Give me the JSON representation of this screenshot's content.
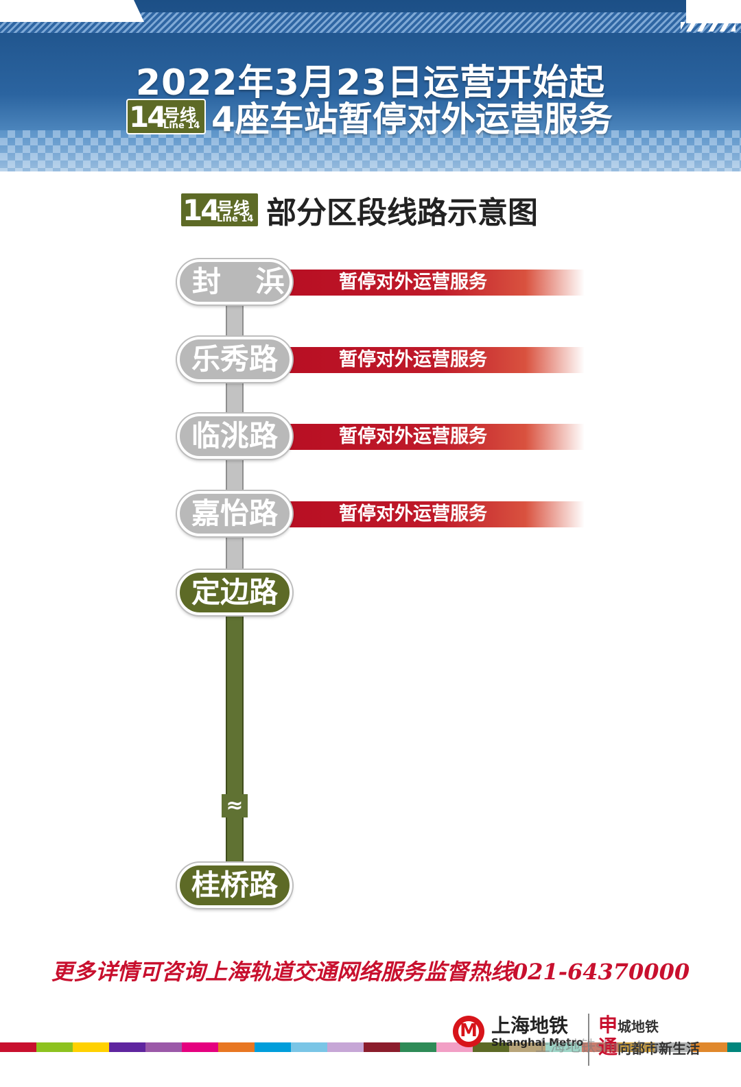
{
  "header": {
    "line1": "2022年3月23日运营开始起",
    "line2": "4座车站暂停对外运营服务"
  },
  "badge": {
    "number": "14",
    "hao": "号线",
    "line_en": "Line 14"
  },
  "subtitle": "部分区段线路示意图",
  "stations": [
    {
      "name": "封  浜",
      "status": "暂停对外运营服务"
    },
    {
      "name": "乐秀路",
      "status": "暂停对外运营服务"
    },
    {
      "name": "临洮路",
      "status": "暂停对外运营服务"
    },
    {
      "name": "嘉怡路",
      "status": "暂停对外运营服务"
    },
    {
      "name": "定边路"
    },
    {
      "name": "桂桥路"
    }
  ],
  "break_symbol": "≈",
  "hotline": "更多详情可咨询上海轨道交通网络服务监督热线021-64370000",
  "logo": {
    "cn": "上海地铁",
    "en": "Shanghai Metro"
  },
  "slogan": {
    "row1_lead": "申",
    "row1_rest": "城地铁",
    "row2_lead": "通",
    "row2_rest": "向都市新生活"
  },
  "watermark": "上海地铁shmetro",
  "colors": {
    "line14": "#5d6a26",
    "closed_station": "#b9b9b9",
    "suspend_red": "#b80f23",
    "header_blue": "#1c4f86",
    "hotline_red": "#c8102e"
  },
  "strip_colors": [
    "#c8102e",
    "#8dc21f",
    "#ffd100",
    "#5f259f",
    "#9b59a8",
    "#e5007f",
    "#e87722",
    "#009edb",
    "#7ac5e6",
    "#c6a6d6",
    "#8b1d2c",
    "#2e8b57",
    "#f29fc5",
    "#5d6a26",
    "#b8a47a",
    "#9fd6c8",
    "#c97d6e",
    "#d8a63a",
    "#b1b3b3",
    "#e0882c",
    "#00857c"
  ]
}
